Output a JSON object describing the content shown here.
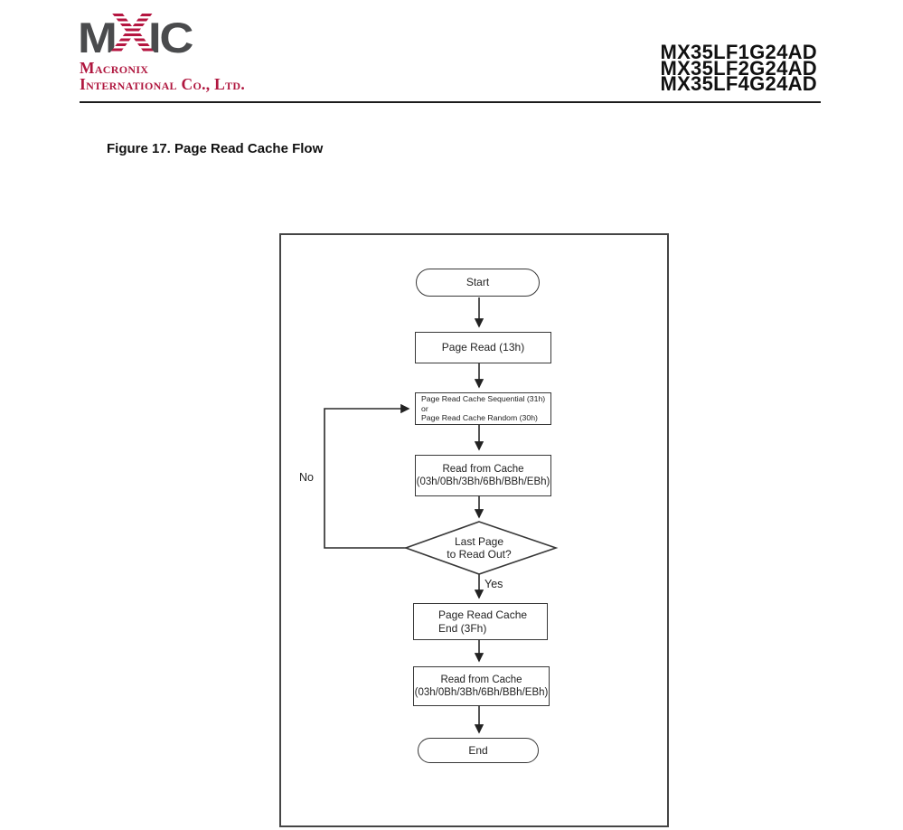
{
  "header": {
    "logo_m": "M",
    "logo_x": "X",
    "logo_ic": "IC",
    "company_line1": "Macronix",
    "company_line2": "International Co., Ltd.",
    "part_numbers": [
      "MX35LF1G24AD",
      "MX35LF2G24AD",
      "MX35LF4G24AD"
    ]
  },
  "figure": {
    "title": "Figure 17. Page Read Cache Flow"
  },
  "flowchart": {
    "start": {
      "label": "Start"
    },
    "page_read": {
      "label": "Page Read (13h)"
    },
    "cache_cmd": {
      "line1": "Page Read Cache Sequential (31h) or",
      "line2": "Page Read Cache Random (30h)"
    },
    "read_cache_1": {
      "line1": "Read from Cache",
      "line2": "(03h/0Bh/3Bh/6Bh/BBh/EBh)"
    },
    "decision": {
      "line1": "Last Page",
      "line2": "to Read Out?",
      "yes": "Yes",
      "no": "No"
    },
    "cache_end": {
      "line1": "Page Read Cache",
      "line2": "End (3Fh)"
    },
    "read_cache_2": {
      "line1": "Read from Cache",
      "line2": "(03h/0Bh/3Bh/6Bh/BBh/EBh)"
    },
    "end": {
      "label": "End"
    }
  },
  "colors": {
    "brand_red": "#b51540",
    "company_red": "#b0173f",
    "logo_gray": "#4a4b4d",
    "line_black": "#2a2a2a"
  }
}
